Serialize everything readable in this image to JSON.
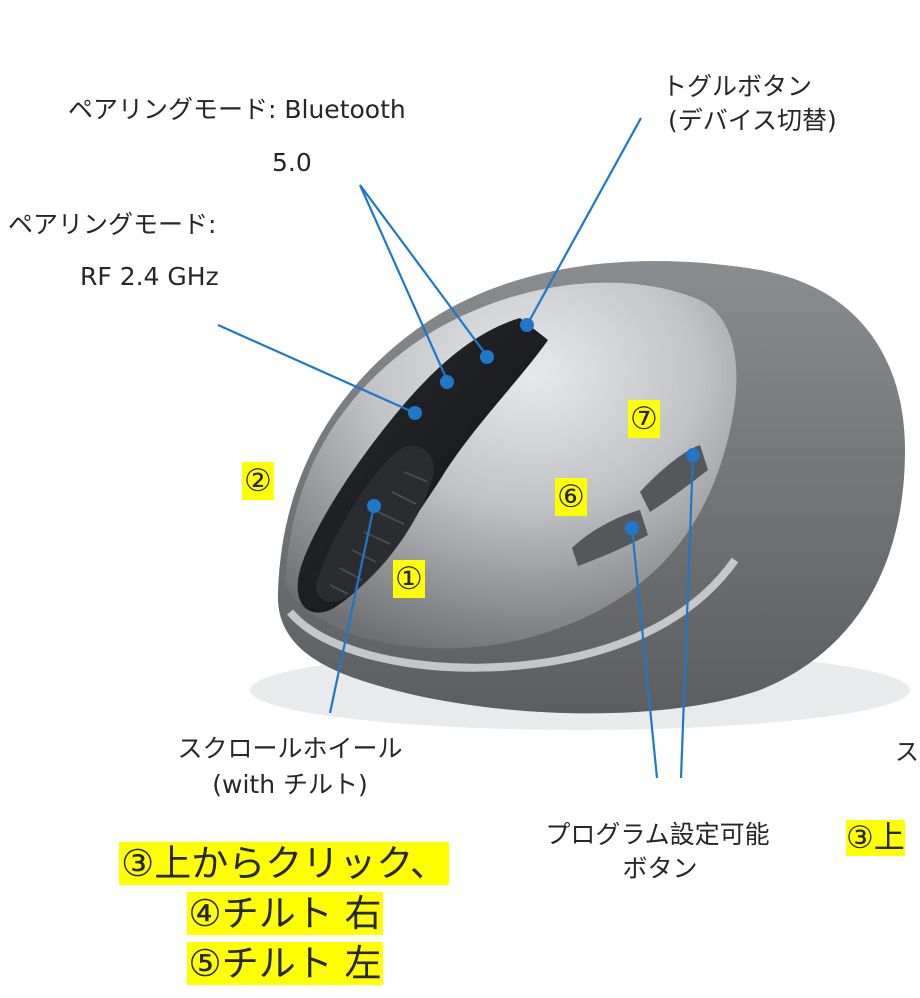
{
  "labels": {
    "bt_mode_line1": "ペアリングモード: Bluetooth",
    "bt_mode_line2": "5.0",
    "rf_mode_line1": "ペアリングモード:",
    "rf_mode_line2": "RF 2.4 GHz",
    "toggle_line1": "トグルボタン",
    "toggle_line2": "(デバイス切替)",
    "scroll_line1": "スクロールホイール",
    "scroll_line2": "(with チルト)",
    "prog_line1": "プログラム設定可能",
    "prog_line2": "ボタン"
  },
  "markers": {
    "m1": "①",
    "m2": "②",
    "m6": "⑥",
    "m7": "⑦"
  },
  "wheel_actions": {
    "line1": "③上からクリック、",
    "line2": "④チルト 右",
    "line3": "⑤チルト 左"
  },
  "right_cut": {
    "text": "③上",
    "partial_char": "ス"
  },
  "colors": {
    "leader_line": "#1f77c9",
    "highlight": "#ffff00",
    "mouse_body": "#7a7c80",
    "mouse_top": "#d8dadd"
  }
}
